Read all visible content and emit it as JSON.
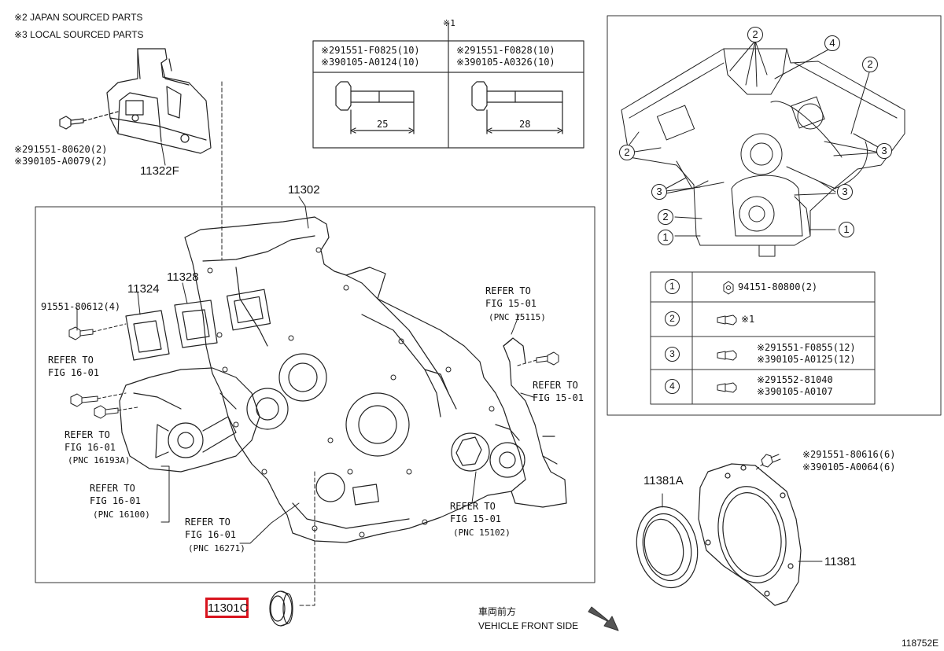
{
  "notes": {
    "japan": "※2 JAPAN SOURCED PARTS",
    "local": "※3 LOCAL SOURCED PARTS"
  },
  "bracket": {
    "part": "11322F",
    "bolt_2": "※291551-80620(2)",
    "bolt_3": "※390105-A0079(2)"
  },
  "bolt_table": {
    "marker": "※1",
    "left": {
      "line1": "※291551-F0825(10)",
      "line2": "※390105-A0124(10)",
      "length": "25"
    },
    "right": {
      "line1": "※291551-F0828(10)",
      "line2": "※390105-A0326(10)",
      "length": "28"
    }
  },
  "main": {
    "part": "11302",
    "p11324": "11324",
    "p11328": "11328",
    "bolt": "91551-80612(4)"
  },
  "refs": {
    "r1": {
      "a": "REFER TO",
      "b": "FIG 16-01"
    },
    "r2": {
      "a": "REFER TO",
      "b": "FIG 16-01",
      "c": "(PNC 16193A)"
    },
    "r3": {
      "a": "REFER TO",
      "b": "FIG 16-01",
      "c": "(PNC 16100)"
    },
    "r4": {
      "a": "REFER TO",
      "b": "FIG 16-01",
      "c": "(PNC 16271)"
    },
    "r5": {
      "a": "REFER TO",
      "b": "FIG 15-01",
      "c": "(PNC 15115)"
    },
    "r6": {
      "a": "REFER TO",
      "b": "FIG 15-01"
    },
    "r7": {
      "a": "REFER TO",
      "b": "FIG 15-01",
      "c": "(PNC 15102)"
    }
  },
  "seal": {
    "part": "11301C"
  },
  "rear": {
    "p11381a": "11381A",
    "p11381": "11381",
    "bolt_2": "※291551-80616(6)",
    "bolt_3": "※390105-A0064(6)"
  },
  "front": {
    "jp": "車両前方",
    "en": "VEHICLE FRONT SIDE"
  },
  "legend": {
    "rows": [
      {
        "num": "1",
        "l1": "94151-80800(2)",
        "l2": ""
      },
      {
        "num": "2",
        "l1": "※1",
        "l2": ""
      },
      {
        "num": "3",
        "l1": "※291551-F0855(12)",
        "l2": "※390105-A0125(12)"
      },
      {
        "num": "4",
        "l1": "※291552-81040",
        "l2": "※390105-A0107"
      }
    ]
  },
  "callouts": {
    "c1": "1",
    "c2": "2",
    "c3": "3",
    "c4": "4"
  },
  "figure_id": "118752E"
}
